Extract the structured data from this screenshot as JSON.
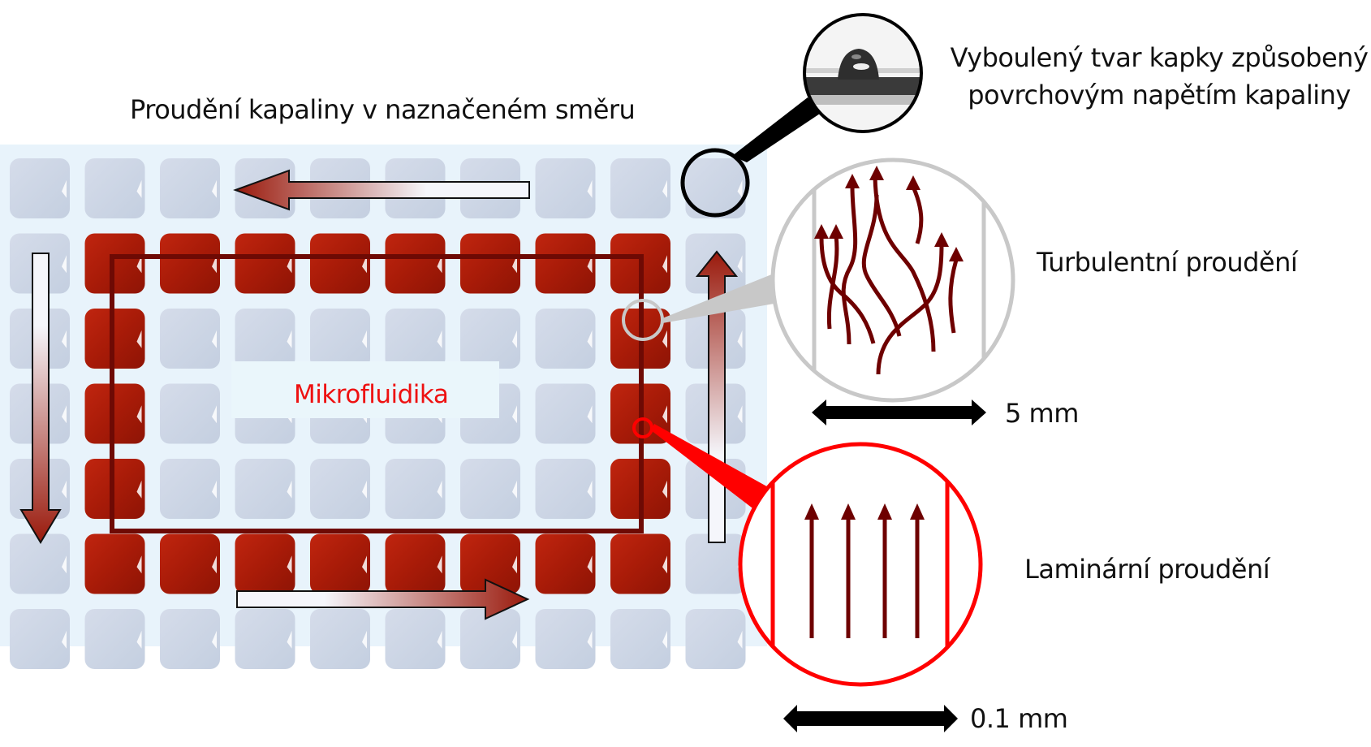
{
  "figure": {
    "top_caption": "Proudění kapaliny v naznačeném směru",
    "center_label": "Mikrofluidika",
    "drop_caption": {
      "line1": "Vyboulený tvar kapky způsobený",
      "line2": "povrchovým napětím kapaliny"
    },
    "turbulent_label": "Turbulentní proudění",
    "laminar_label": "Laminární proudění",
    "scale_bars": {
      "turbulent": "5 mm",
      "laminar": "0.1 mm"
    }
  },
  "plate": {
    "columns": 10,
    "rows": 7,
    "filled_wells_description": "rectangular loop of red-filled wells",
    "loop": {
      "top_row": 1,
      "bottom_row": 5,
      "left_col": 1,
      "right_col": 8
    },
    "flow_direction": "counter-clockwise"
  },
  "colors": {
    "liquid_red": "#b01e0a",
    "streamline_dark_red": "#6b0000",
    "laminar_circle": "#ff0000",
    "turbulent_circle": "#c8c8c8",
    "drop_circle": "#000000",
    "well_empty": "#cfd8e6",
    "plate_bg": "#e6f2fa",
    "label_red": "#ee1111"
  }
}
